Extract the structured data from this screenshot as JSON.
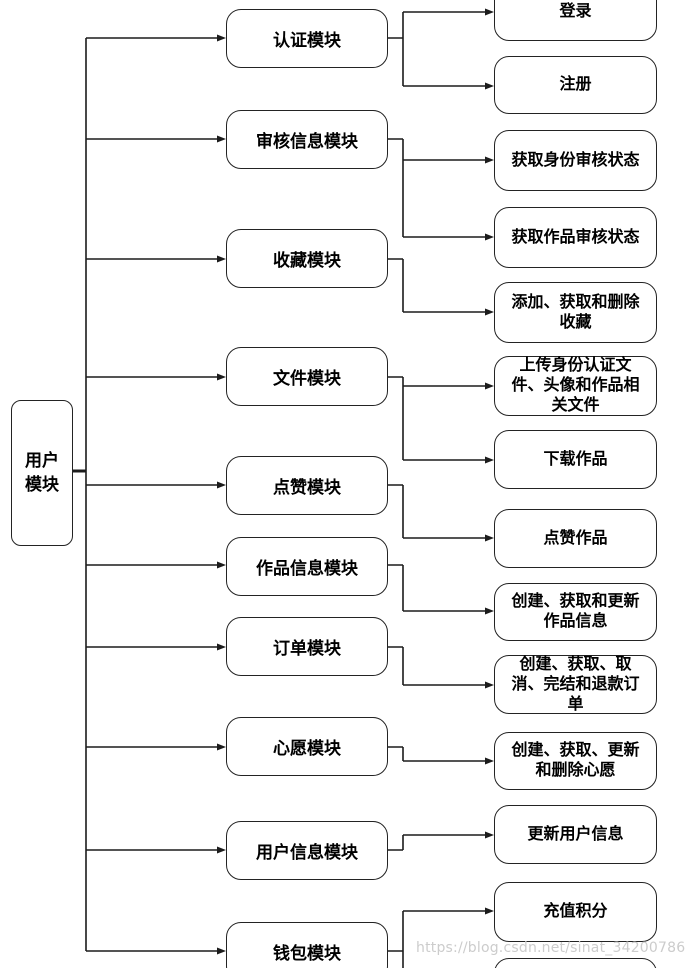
{
  "page": {
    "background": "#ffffff",
    "line_color": "#1c1c1c",
    "watermark": "https://blog.csdn.net/sinat_34200786"
  },
  "diagram": {
    "type": "module-structure-tree",
    "root": {
      "label": [
        "用户",
        "模块"
      ]
    },
    "modules": [
      {
        "label": "认证模块",
        "children": [
          "登录",
          "注册"
        ]
      },
      {
        "label": "审核信息模块",
        "children": [
          "获取身份审核状态",
          "获取作品审核状态"
        ]
      },
      {
        "label": "收藏模块",
        "children": [
          [
            "添加、获取和删除",
            "收藏"
          ]
        ]
      },
      {
        "label": "文件模块",
        "children": [
          [
            "上传身份认证文",
            "件、头像和作品相",
            "关文件"
          ],
          "下载作品"
        ]
      },
      {
        "label": "点赞模块",
        "children": [
          "点赞作品"
        ]
      },
      {
        "label": "作品信息模块",
        "children": [
          [
            "创建、获取和更新",
            "作品信息"
          ]
        ]
      },
      {
        "label": "订单模块",
        "children": [
          [
            "创建、获取、取",
            "消、完结和退款订",
            "单"
          ]
        ]
      },
      {
        "label": "心愿模块",
        "children": [
          [
            "创建、获取、更新",
            "和删除心愿"
          ]
        ]
      },
      {
        "label": "用户信息模块",
        "children": [
          "更新用户信息"
        ]
      },
      {
        "label": "钱包模块",
        "children": [
          "充值积分",
          ""
        ]
      }
    ]
  }
}
